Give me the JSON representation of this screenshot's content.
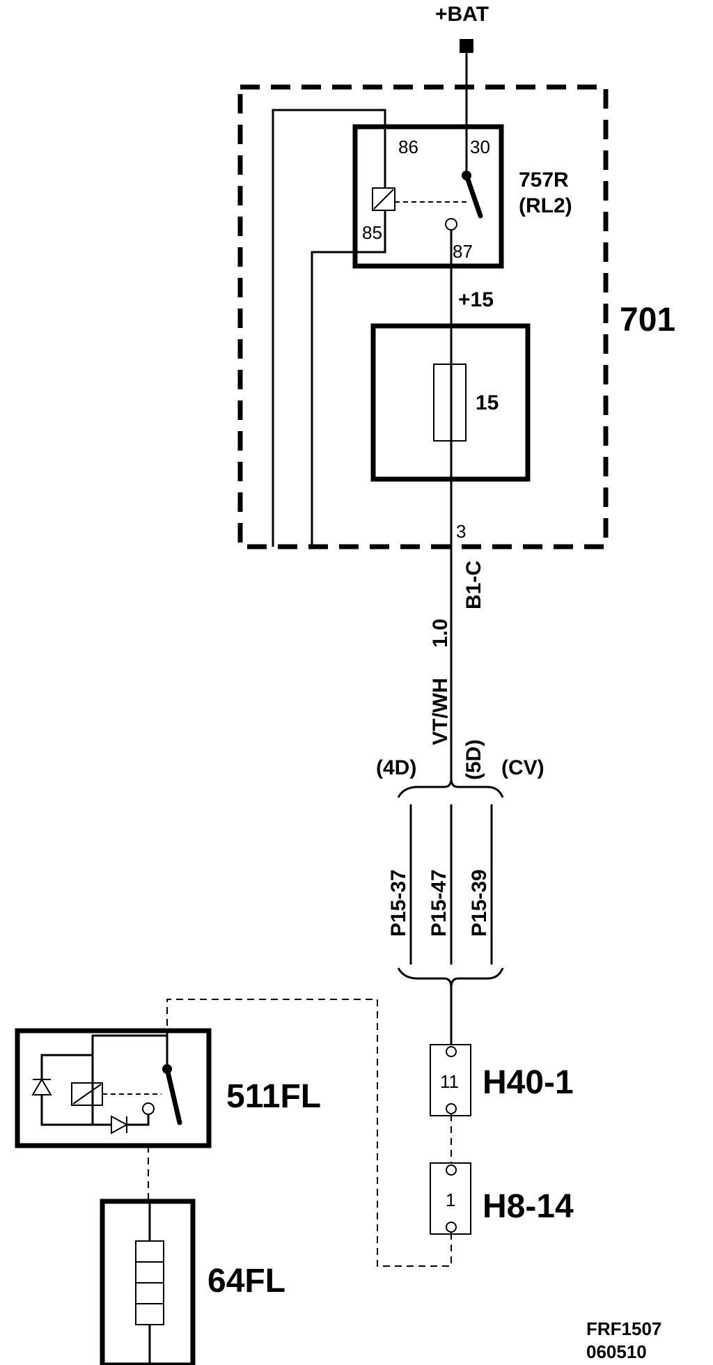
{
  "diagram": {
    "supply": "+BAT",
    "box_701": "701",
    "relay_757r": {
      "name": "757R",
      "sub": "(RL2)",
      "pins": {
        "p86": "86",
        "p30": "30",
        "p85": "85",
        "p87": "87"
      }
    },
    "plus15": "+15",
    "fuse_15": "15",
    "pin_3": "3",
    "connector_b1c": "B1-C",
    "wire_color": "VT/WH",
    "wire_gauge": "1.0",
    "variants": {
      "v4d": "(4D)",
      "v5d": "(5D)",
      "vcv": "(CV)"
    },
    "splice_labels": [
      "P15-37",
      "P15-47",
      "P15-39"
    ],
    "h40": {
      "name": "H40-1",
      "pin": "11"
    },
    "h8": {
      "name": "H8-14",
      "pin": "1"
    },
    "relay_511fl": "511FL",
    "fuse_64fl": "64FL",
    "ref_code": "FRF1507",
    "ref_date": "060510"
  }
}
